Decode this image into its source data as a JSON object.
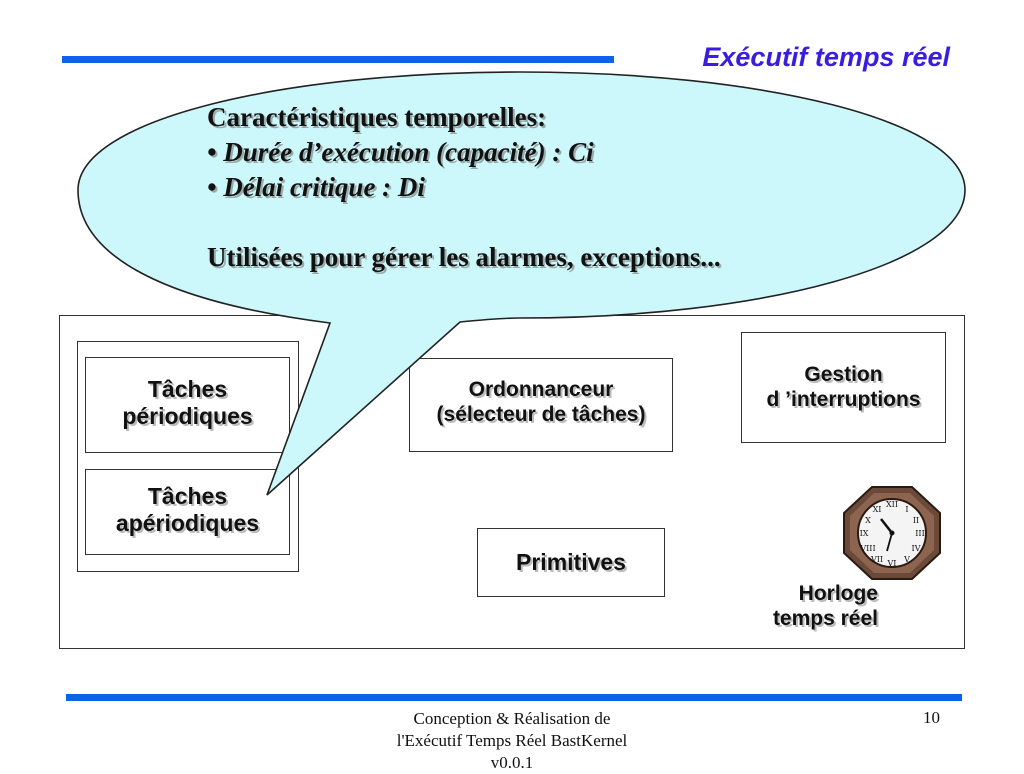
{
  "slide": {
    "title": "Exécutif temps réel",
    "page_number": "10"
  },
  "bubble": {
    "heading": "Caractéristiques temporelles:",
    "bullets": [
      "• Durée d’exécution (capacité) : Ci",
      "• Délai critique : Di"
    ],
    "note": "Utilisées pour gérer les alarmes, exceptions...",
    "fill_color": "#ccf7fb"
  },
  "diagram": {
    "periodic_tasks": [
      "Tâches",
      "périodiques"
    ],
    "aperiodic_tasks": [
      "Tâches",
      "apériodiques"
    ],
    "scheduler": [
      "Ordonnanceur",
      "(sélecteur de tâches)"
    ],
    "interrupts": [
      "Gestion",
      "d ’interruptions"
    ],
    "primitives": "Primitives",
    "clock_label": [
      "Horloge",
      "temps réel"
    ]
  },
  "footer": {
    "lines": [
      "Conception & Réalisation de",
      "l'Exécutif Temps Réel BastKernel",
      "v0.0.1"
    ]
  },
  "colors": {
    "rule": "#0b63e6",
    "title": "#3a1ee0"
  }
}
